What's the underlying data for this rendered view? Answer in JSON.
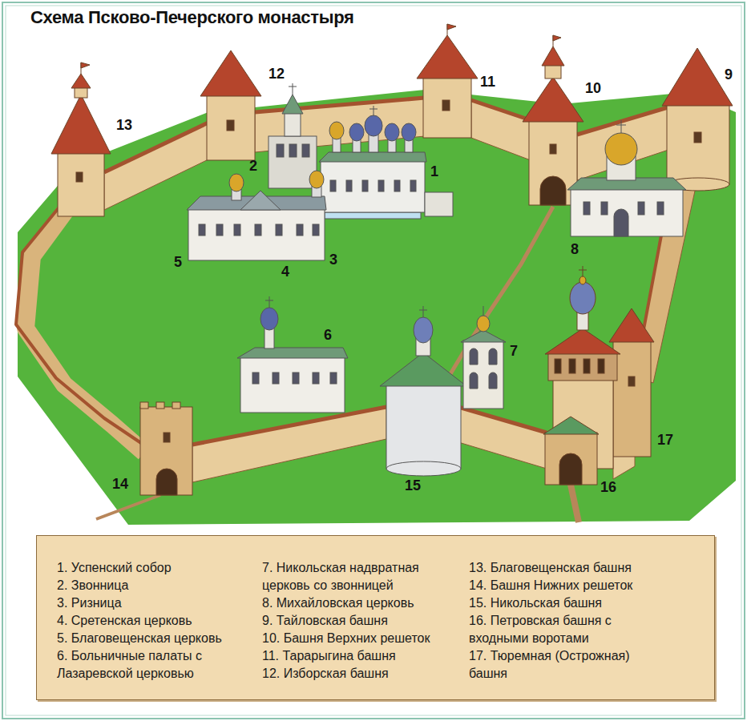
{
  "diagram": {
    "title": "Схема Псково-Печерского монастыря",
    "nodes": [
      {
        "text": [
          "1. Успенский собор",
          "2. Звонница",
          "3. Ризница",
          "4. Сретенская церковь",
          "5. Благовещенская церковь",
          "6. Больничные палаты с Лазаревской церковью",
          "7. Никольская надвратная церковь со звонницей",
          "8. Михайловская церковь",
          "9. Тайловская башня",
          "10. Башня Верхних решеток",
          "11. Тарарыгина башня",
          "12. Изборская башня",
          "13. Благовещенская башня",
          "14. Башня Нижних решеток",
          "15. Никольская башня",
          "16. Петровская башня с входными воротами",
          "17. Тюремная (Острожная) башня"
        ]
      }
    ],
    "labels": [
      "1",
      "2",
      "3",
      "4",
      "5",
      "6",
      "7",
      "8",
      "9",
      "10",
      "11",
      "12",
      "13",
      "14",
      "15",
      "16",
      "17"
    ]
  }
}
